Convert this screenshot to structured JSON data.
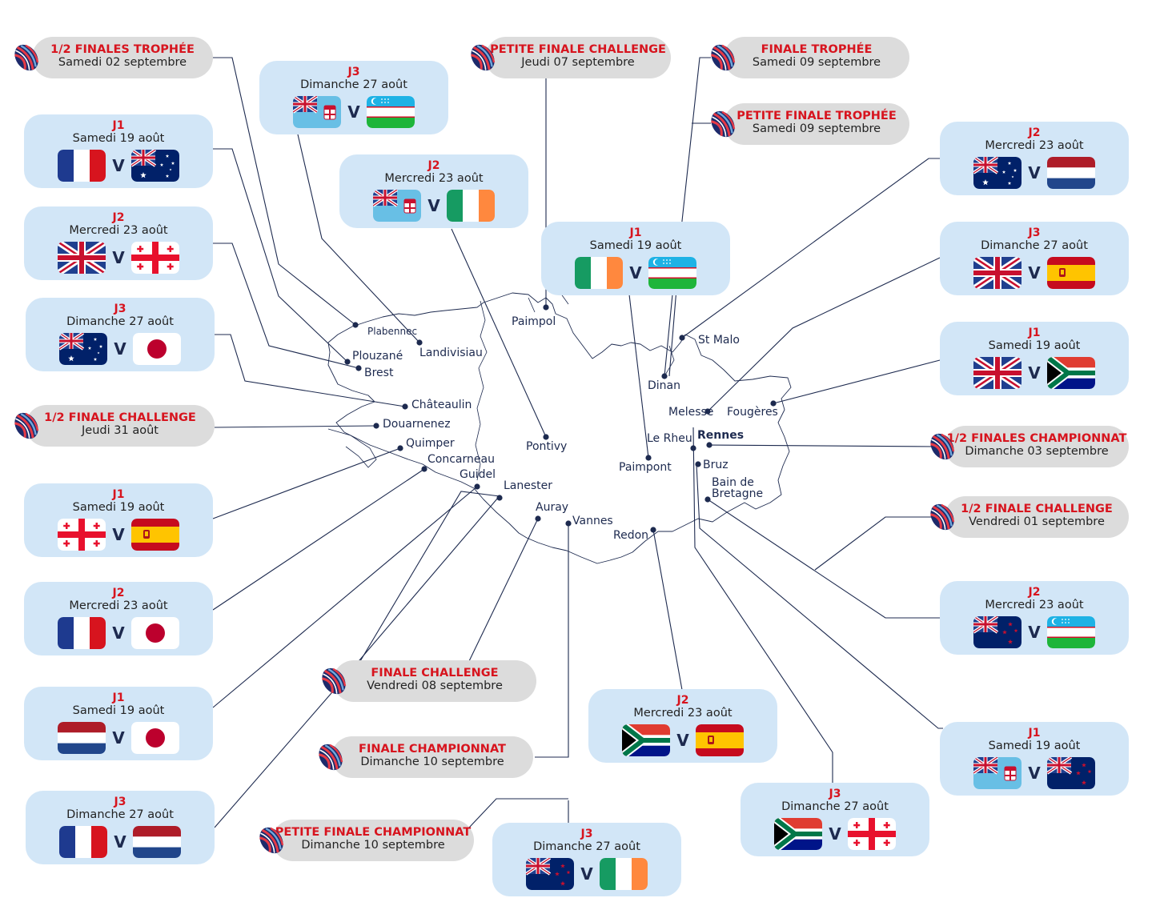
{
  "colors": {
    "accent": "#d7141e",
    "card": "#d2e6f7",
    "final": "#dcdcdc",
    "navy": "#1d2a4f"
  },
  "vs": "V",
  "cities": [
    {
      "id": "plabennec",
      "name": "Plabennec"
    },
    {
      "id": "plouzane",
      "name": "Plouzané"
    },
    {
      "id": "brest",
      "name": "Brest"
    },
    {
      "id": "landivisiau",
      "name": "Landivisiau"
    },
    {
      "id": "chateaulin",
      "name": "Châteaulin"
    },
    {
      "id": "douarnenez",
      "name": "Douarnenez"
    },
    {
      "id": "quimper",
      "name": "Quimper"
    },
    {
      "id": "concarneau",
      "name": "Concarneau"
    },
    {
      "id": "guidel",
      "name": "Guidel"
    },
    {
      "id": "lanester",
      "name": "Lanester"
    },
    {
      "id": "auray",
      "name": "Auray"
    },
    {
      "id": "vannes",
      "name": "Vannes"
    },
    {
      "id": "paimpol",
      "name": "Paimpol"
    },
    {
      "id": "pontivy",
      "name": "Pontivy"
    },
    {
      "id": "stmalo",
      "name": "St Malo"
    },
    {
      "id": "dinan",
      "name": "Dinan"
    },
    {
      "id": "melesse",
      "name": "Melesse"
    },
    {
      "id": "fougeres",
      "name": "Fougères"
    },
    {
      "id": "lerheu",
      "name": "Le Rheu"
    },
    {
      "id": "rennes",
      "name": "Rennes"
    },
    {
      "id": "bruz",
      "name": "Bruz"
    },
    {
      "id": "paimpont",
      "name": "Paimpont"
    },
    {
      "id": "baindebretagne",
      "name": "Bain de Bretagne"
    },
    {
      "id": "redon",
      "name": "Redon"
    }
  ],
  "matches": [
    {
      "id": "m1",
      "day": "J1",
      "date": "Samedi 19 août",
      "home": "france",
      "away": "australia"
    },
    {
      "id": "m2",
      "day": "J2",
      "date": "Mercredi 23 août",
      "home": "uk",
      "away": "georgia"
    },
    {
      "id": "m3",
      "day": "J3",
      "date": "Dimanche 27 août",
      "home": "australia",
      "away": "japan"
    },
    {
      "id": "m4",
      "day": "J1",
      "date": "Samedi 19 août",
      "home": "georgia",
      "away": "spain"
    },
    {
      "id": "m5",
      "day": "J2",
      "date": "Mercredi 23 août",
      "home": "france",
      "away": "japan"
    },
    {
      "id": "m6",
      "day": "J1",
      "date": "Samedi 19 août",
      "home": "netherlands",
      "away": "japan"
    },
    {
      "id": "m7",
      "day": "J3",
      "date": "Dimanche 27 août",
      "home": "france",
      "away": "netherlands"
    },
    {
      "id": "m8",
      "day": "J3",
      "date": "Dimanche 27 août",
      "home": "fiji",
      "away": "uzbekistan"
    },
    {
      "id": "m9",
      "day": "J2",
      "date": "Mercredi 23 août",
      "home": "fiji",
      "away": "ireland"
    },
    {
      "id": "m10",
      "day": "J1",
      "date": "Samedi 19 août",
      "home": "ireland",
      "away": "uzbekistan"
    },
    {
      "id": "m11",
      "day": "J2",
      "date": "Mercredi 23 août",
      "home": "australia",
      "away": "netherlands"
    },
    {
      "id": "m12",
      "day": "J3",
      "date": "Dimanche 27 août",
      "home": "uk",
      "away": "spain"
    },
    {
      "id": "m13",
      "day": "J1",
      "date": "Samedi 19 août",
      "home": "uk",
      "away": "southafrica"
    },
    {
      "id": "m14",
      "day": "J2",
      "date": "Mercredi 23 août",
      "home": "newzealand",
      "away": "uzbekistan"
    },
    {
      "id": "m15",
      "day": "J1",
      "date": "Samedi 19 août",
      "home": "fiji",
      "away": "newzealand"
    },
    {
      "id": "m16",
      "day": "J2",
      "date": "Mercredi 23 août",
      "home": "southafrica",
      "away": "spain"
    },
    {
      "id": "m17",
      "day": "J3",
      "date": "Dimanche 27 août",
      "home": "southafrica",
      "away": "georgia"
    },
    {
      "id": "m18",
      "day": "J3",
      "date": "Dimanche 27 août",
      "home": "newzealand",
      "away": "ireland"
    }
  ],
  "finals": [
    {
      "id": "f1",
      "title": "1/2 FINALES TROPHÉE",
      "date": "Samedi 02 septembre"
    },
    {
      "id": "f2",
      "title": "1/2 FINALE CHALLENGE",
      "date": "Jeudi 31 août"
    },
    {
      "id": "f3",
      "title": "PETITE FINALE CHALLENGE",
      "date": "Jeudi 07 septembre"
    },
    {
      "id": "f4",
      "title": "FINALE TROPHÉE",
      "date": "Samedi 09 septembre"
    },
    {
      "id": "f5",
      "title": "PETITE FINALE TROPHÉE",
      "date": "Samedi 09 septembre"
    },
    {
      "id": "f6",
      "title": "1/2 FINALES CHAMPIONNAT",
      "date": "Dimanche 03 septembre"
    },
    {
      "id": "f7",
      "title": "1/2 FINALE CHALLENGE",
      "date": "Vendredi 01 septembre"
    },
    {
      "id": "f8",
      "title": "FINALE CHALLENGE",
      "date": "Vendredi 08 septembre"
    },
    {
      "id": "f9",
      "title": "FINALE CHAMPIONNAT",
      "date": "Dimanche 10 septembre"
    },
    {
      "id": "f10",
      "title": "PETITE FINALE CHAMPIONNAT",
      "date": "Dimanche 10 septembre"
    }
  ]
}
